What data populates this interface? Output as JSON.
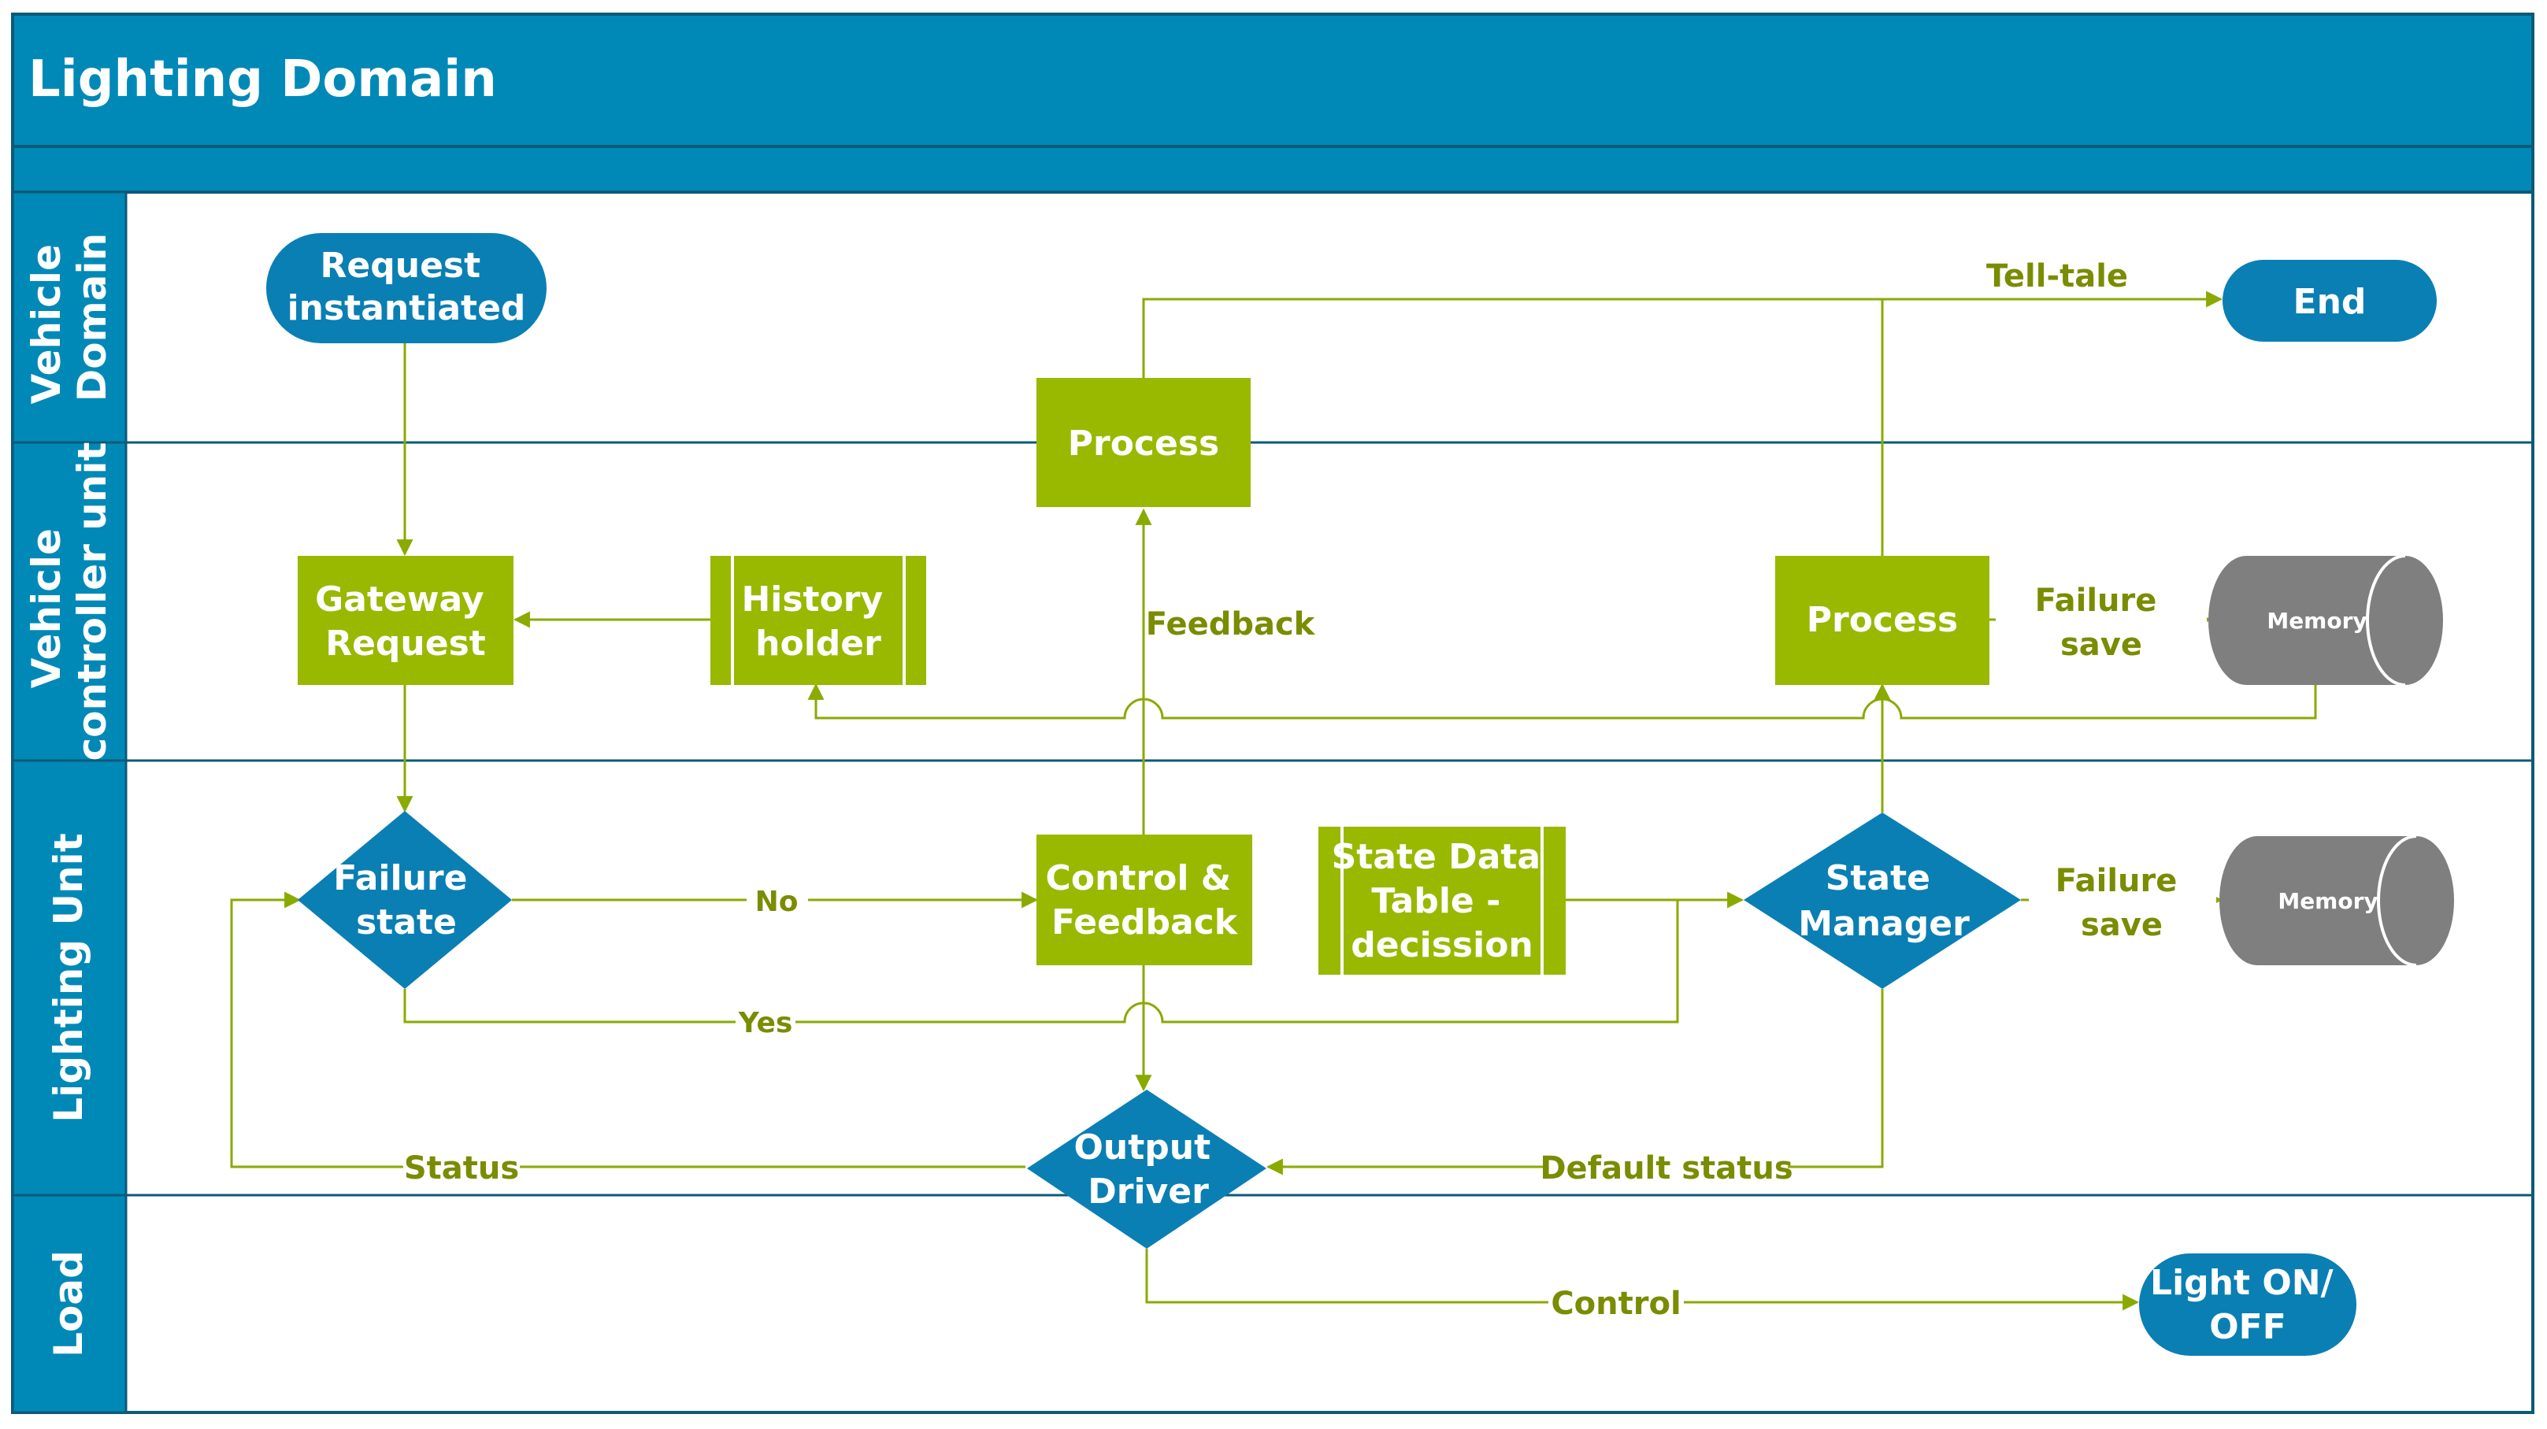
{
  "title": "Lighting Domain",
  "lanes": [
    {
      "id": "vehicle-domain",
      "lines": [
        "Vehicle",
        "Domain"
      ]
    },
    {
      "id": "vehicle-controller-unit",
      "lines": [
        "Vehicle",
        "controller unit"
      ]
    },
    {
      "id": "lighting-unit",
      "lines": [
        "Lighting Unit"
      ]
    },
    {
      "id": "load",
      "lines": [
        "Load"
      ]
    }
  ],
  "nodes": {
    "request": {
      "shape": "terminator",
      "lines": [
        "Request",
        "instantiated"
      ]
    },
    "end": {
      "shape": "terminator",
      "lines": [
        "End"
      ]
    },
    "process_top": {
      "shape": "process",
      "lines": [
        "Process"
      ]
    },
    "gateway": {
      "shape": "process",
      "lines": [
        "Gateway",
        "Request"
      ]
    },
    "history": {
      "shape": "subprocess",
      "lines": [
        "History",
        "holder"
      ]
    },
    "process_right": {
      "shape": "process",
      "lines": [
        "Process"
      ]
    },
    "memory_top": {
      "shape": "storage",
      "lines": [
        "Memory"
      ]
    },
    "failure_state": {
      "shape": "decision",
      "lines": [
        "Failure",
        "state"
      ]
    },
    "control_feedback": {
      "shape": "process",
      "lines": [
        "Control &",
        "Feedback"
      ]
    },
    "state_table": {
      "shape": "subprocess",
      "lines": [
        "State Data",
        "Table -",
        "decission"
      ]
    },
    "state_manager": {
      "shape": "decision",
      "lines": [
        "State",
        "Manager"
      ]
    },
    "memory_bottom": {
      "shape": "storage",
      "lines": [
        "Memory"
      ]
    },
    "output_driver": {
      "shape": "decision",
      "lines": [
        "Output",
        "Driver"
      ]
    },
    "light": {
      "shape": "terminator",
      "lines": [
        "Light ON/",
        "OFF"
      ]
    }
  },
  "edge_labels": {
    "tell_tale": "Tell-tale",
    "feedback": "Feedback",
    "failure_save_top": [
      "Failure",
      "save"
    ],
    "no": "No",
    "yes": "Yes",
    "failure_save_bottom": [
      "Failure",
      "save"
    ],
    "status": "Status",
    "default_status": "Default status",
    "control": "Control"
  },
  "colors": {
    "header": "#0089B7",
    "header_border": "#0b5a78",
    "process": "#99B800",
    "decision": "#0A7FB3",
    "terminator": "#0A7FB3",
    "storage": "#7F7F7F",
    "connector": "#8AAA00",
    "label": "#7a8c00"
  }
}
